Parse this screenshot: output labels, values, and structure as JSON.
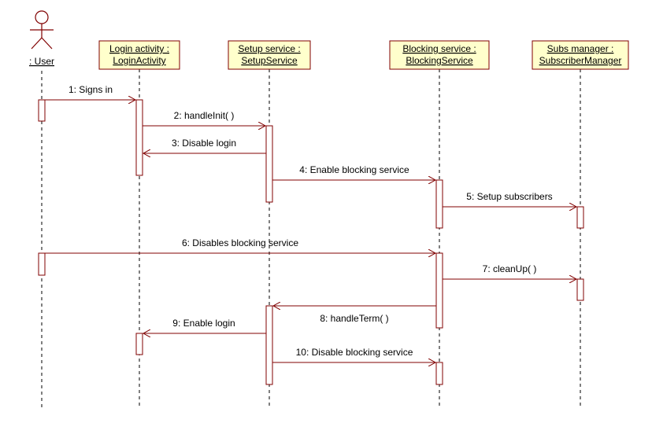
{
  "diagram": {
    "type": "sequence",
    "colors": {
      "box_fill": "#ffffcc",
      "line": "#800000",
      "text": "#000000"
    },
    "actor": {
      "name": ": User"
    },
    "participants": [
      {
        "line1": "Login activity :",
        "line2": "LoginActivity"
      },
      {
        "line1": "Setup service :",
        "line2": "SetupService"
      },
      {
        "line1": "Blocking service :",
        "line2": "BlockingService"
      },
      {
        "line1": "Subs manager :",
        "line2": "SubscriberManager"
      }
    ],
    "messages": [
      {
        "label": "1: Signs in",
        "from": "User",
        "to": "Login activity"
      },
      {
        "label": "2: handleInit( )",
        "from": "Login activity",
        "to": "Setup service"
      },
      {
        "label": "3: Disable login",
        "from": "Setup service",
        "to": "Login activity"
      },
      {
        "label": "4: Enable blocking service",
        "from": "Setup service",
        "to": "Blocking service"
      },
      {
        "label": "5: Setup subscribers",
        "from": "Blocking service",
        "to": "Subs manager"
      },
      {
        "label": "6: Disables blocking service",
        "from": "User",
        "to": "Blocking service"
      },
      {
        "label": "7: cleanUp( )",
        "from": "Blocking service",
        "to": "Subs manager"
      },
      {
        "label": "8: handleTerm( )",
        "from": "Blocking service",
        "to": "Setup service"
      },
      {
        "label": "9: Enable login",
        "from": "Setup service",
        "to": "Login activity"
      },
      {
        "label": "10: Disable blocking service",
        "from": "Setup service",
        "to": "Blocking service"
      }
    ]
  }
}
